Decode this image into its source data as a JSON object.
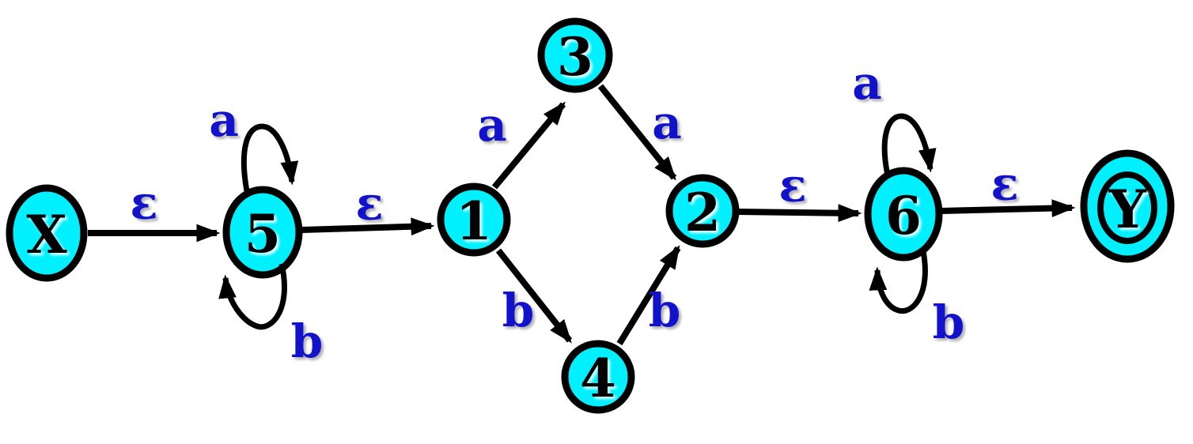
{
  "colors": {
    "state_fill": "#00f0ff",
    "state_border": "#000000",
    "edge_stroke": "#000000",
    "edge_label": "#1212cc",
    "background": "#ffffff"
  },
  "states": [
    {
      "id": "X",
      "label": "X",
      "accepting": false
    },
    {
      "id": "5",
      "label": "5",
      "accepting": false
    },
    {
      "id": "1",
      "label": "1",
      "accepting": false
    },
    {
      "id": "3",
      "label": "3",
      "accepting": false
    },
    {
      "id": "4",
      "label": "4",
      "accepting": false
    },
    {
      "id": "2",
      "label": "2",
      "accepting": false
    },
    {
      "id": "6",
      "label": "6",
      "accepting": false
    },
    {
      "id": "Y",
      "label": "Y",
      "accepting": true
    }
  ],
  "transitions": [
    {
      "from": "X",
      "to": "5",
      "label": "ε"
    },
    {
      "from": "5",
      "to": "5",
      "label": "a"
    },
    {
      "from": "5",
      "to": "5",
      "label": "b"
    },
    {
      "from": "5",
      "to": "1",
      "label": "ε"
    },
    {
      "from": "1",
      "to": "3",
      "label": "a"
    },
    {
      "from": "3",
      "to": "2",
      "label": "a"
    },
    {
      "from": "1",
      "to": "4",
      "label": "b"
    },
    {
      "from": "4",
      "to": "2",
      "label": "b"
    },
    {
      "from": "2",
      "to": "6",
      "label": "ε"
    },
    {
      "from": "6",
      "to": "6",
      "label": "a"
    },
    {
      "from": "6",
      "to": "6",
      "label": "b"
    },
    {
      "from": "6",
      "to": "Y",
      "label": "ε"
    }
  ]
}
